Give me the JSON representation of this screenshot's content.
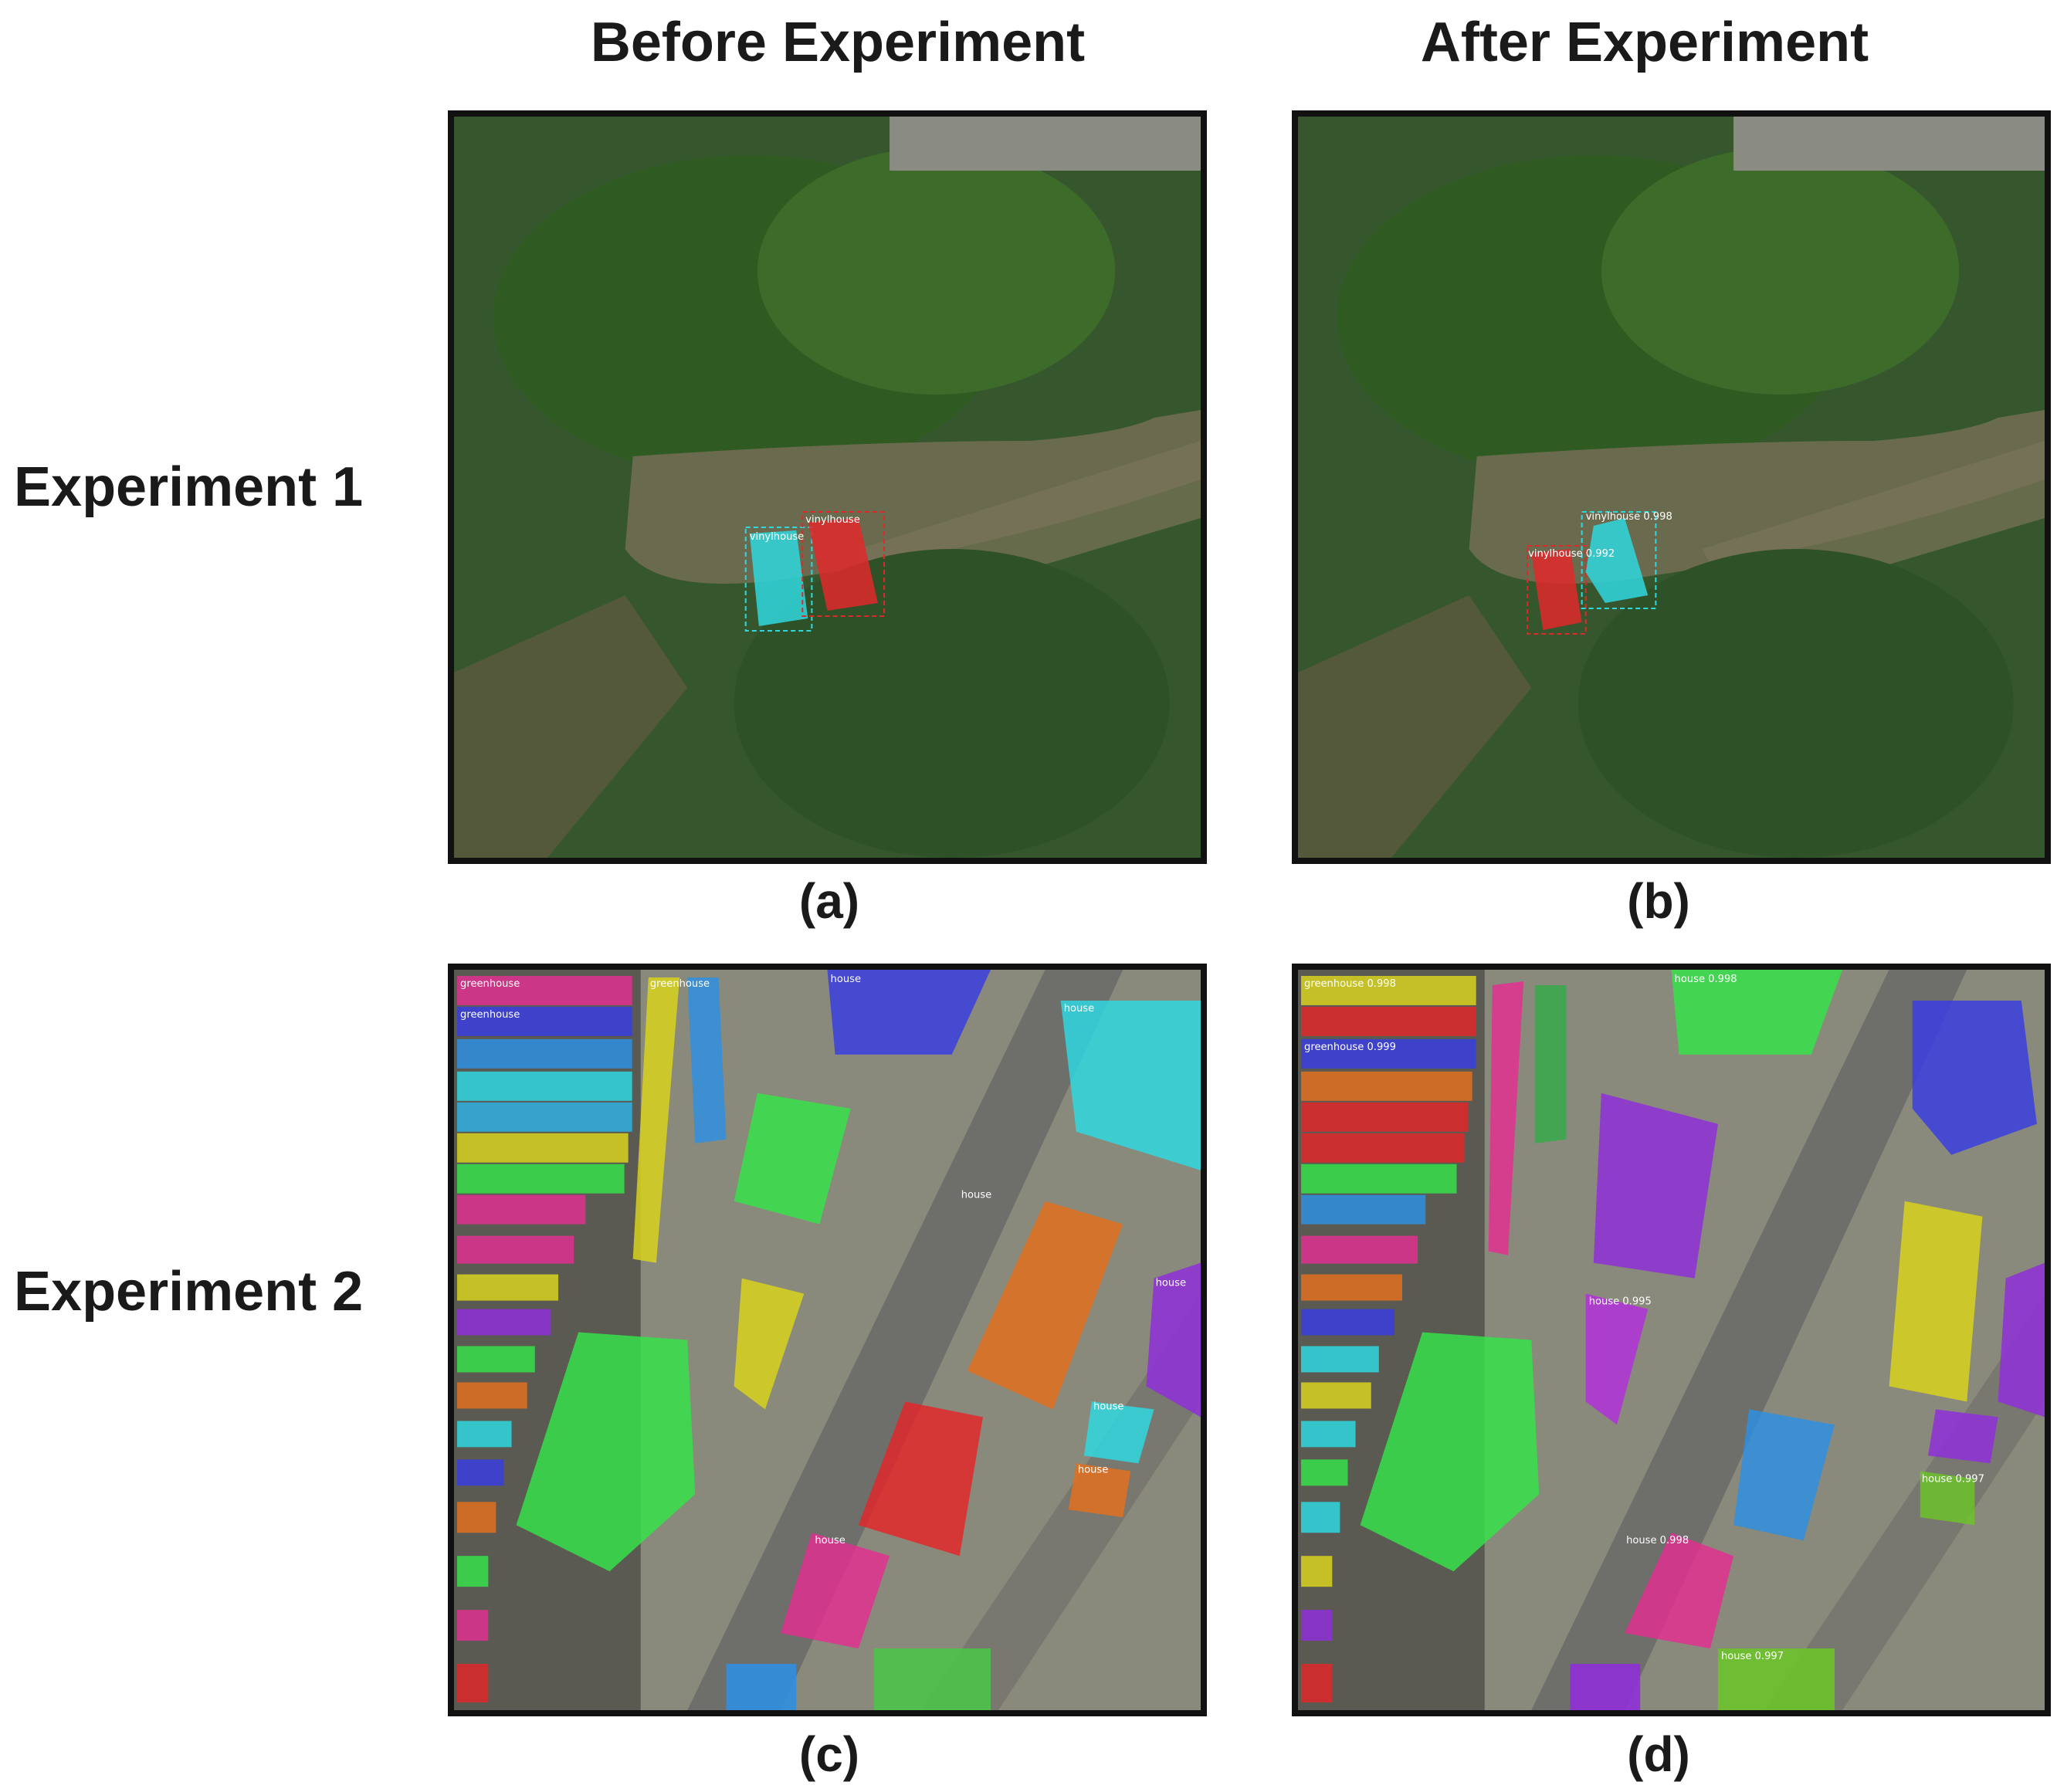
{
  "columns": [
    "Before Experiment",
    "After Experiment"
  ],
  "rows": [
    "Experiment 1",
    "Experiment 2"
  ],
  "captions": [
    "(a)",
    "(b)",
    "(c)",
    "(d)"
  ],
  "panels": {
    "a": {
      "labels": [
        "vinylhouse",
        "vinylhouse"
      ]
    },
    "b": {
      "labels": [
        "vinylhouse 0.998",
        "vinylhouse 0.992"
      ]
    },
    "c": {
      "labels": [
        "greenhouse",
        "greenhouse",
        "greenhouse",
        "house",
        "house",
        "house",
        "house",
        "house",
        "house",
        "house"
      ]
    },
    "d": {
      "labels": [
        "greenhouse 0.998",
        "greenhouse 0.999",
        "house 0.998",
        "house 0.995",
        "house 0.997",
        "house 0.998",
        "house 0.997"
      ]
    }
  },
  "colors": {
    "red": "#e0282a",
    "cyan": "#2fd7df",
    "green": "#36e04a",
    "yellow": "#d7d21f",
    "blue": "#3a3ee0",
    "purple": "#8e2fd8",
    "orange": "#e0701f",
    "magenta": "#e0308f"
  }
}
